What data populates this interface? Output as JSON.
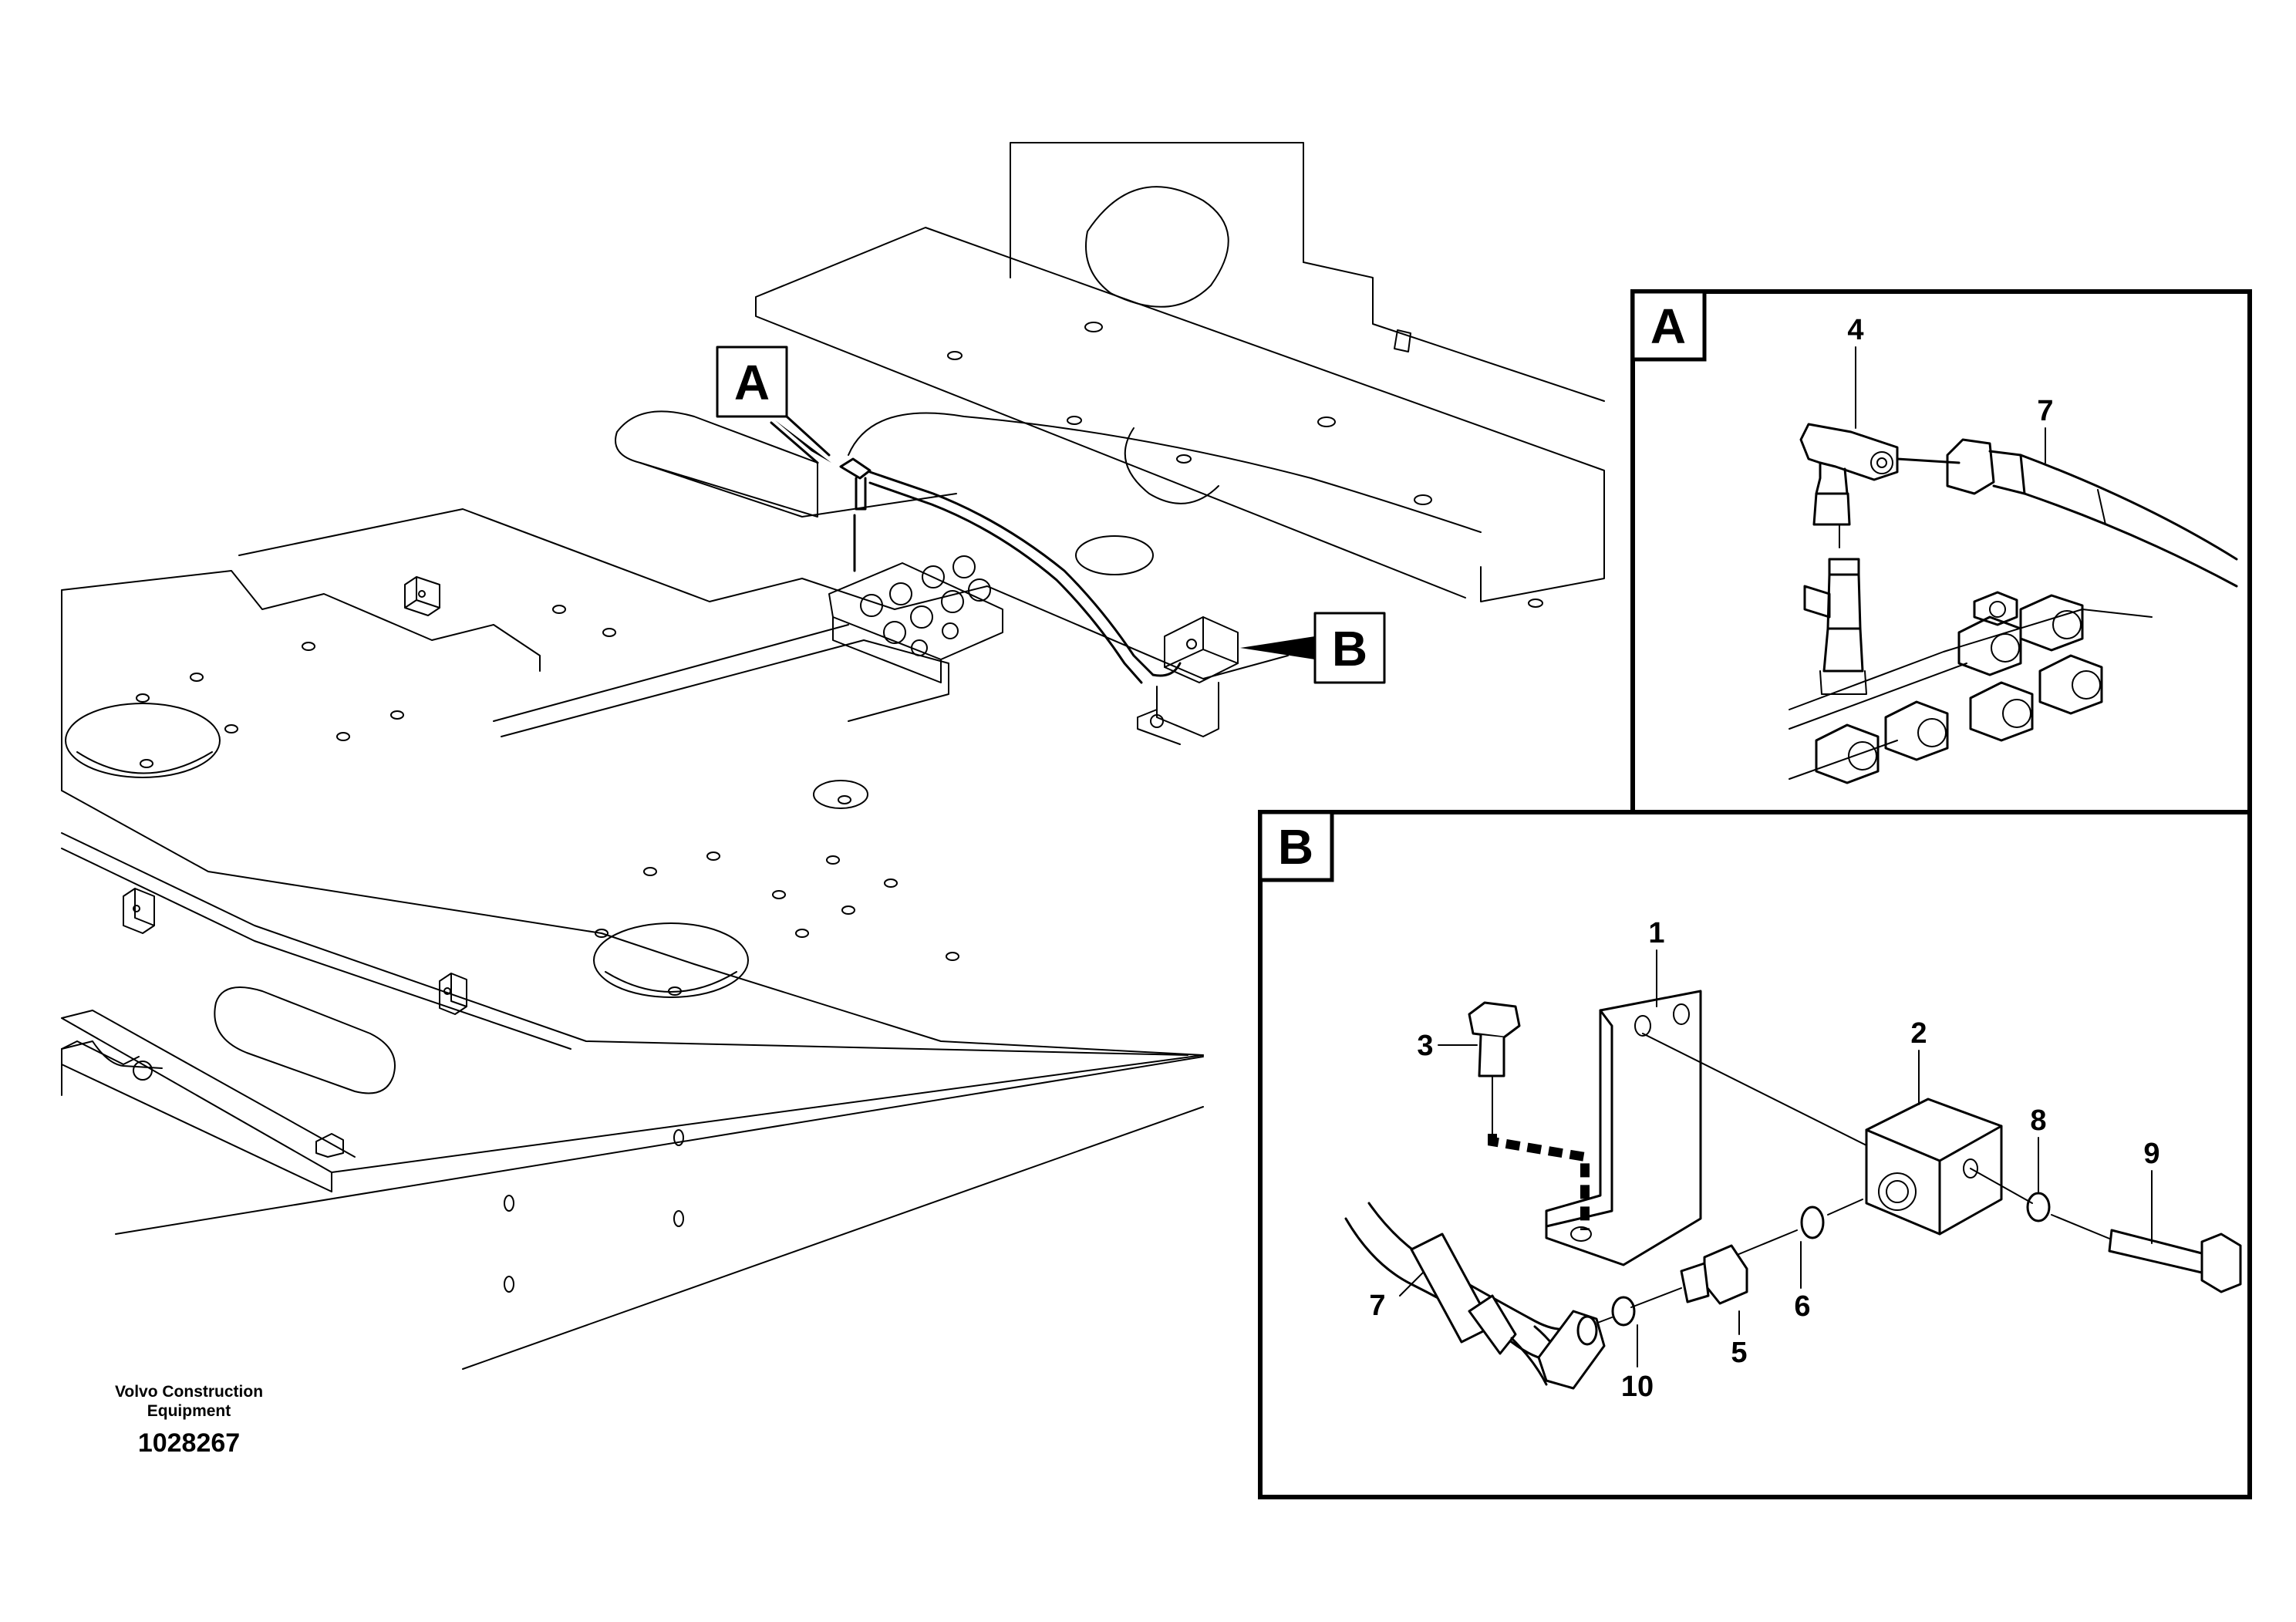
{
  "view_labels": {
    "a": "A",
    "b": "B"
  },
  "detail_a": {
    "title": "A",
    "callouts": [
      "4",
      "7"
    ]
  },
  "detail_b": {
    "title": "B",
    "callouts": [
      "1",
      "2",
      "3",
      "5",
      "6",
      "7",
      "8",
      "9",
      "10"
    ]
  },
  "footer": {
    "manufacturer": "Volvo Construction Equipment",
    "drawing_number": "1028267"
  }
}
